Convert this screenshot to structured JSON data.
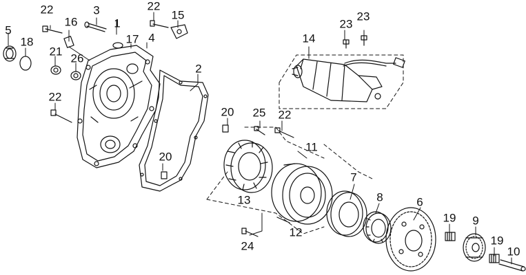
{
  "diagram": {
    "ink_color": "#111111",
    "background": "#ffffff",
    "parts": [
      {
        "id": "p1",
        "label": "1"
      },
      {
        "id": "p2",
        "label": "2"
      },
      {
        "id": "p3",
        "label": "3"
      },
      {
        "id": "p4",
        "label": "4"
      },
      {
        "id": "p5",
        "label": "5"
      },
      {
        "id": "p6",
        "label": "6"
      },
      {
        "id": "p7",
        "label": "7"
      },
      {
        "id": "p8",
        "label": "8"
      },
      {
        "id": "p9",
        "label": "9"
      },
      {
        "id": "p10",
        "label": "10"
      },
      {
        "id": "p11",
        "label": "11"
      },
      {
        "id": "p12",
        "label": "12"
      },
      {
        "id": "p13",
        "label": "13"
      },
      {
        "id": "p14",
        "label": "14"
      },
      {
        "id": "p15",
        "label": "15"
      },
      {
        "id": "p16",
        "label": "16"
      },
      {
        "id": "p17",
        "label": "17"
      },
      {
        "id": "p18",
        "label": "18"
      },
      {
        "id": "p19",
        "label": "19"
      },
      {
        "id": "p20",
        "label": "20"
      },
      {
        "id": "p21",
        "label": "21"
      },
      {
        "id": "p22",
        "label": "22"
      },
      {
        "id": "p23",
        "label": "23"
      },
      {
        "id": "p24",
        "label": "24"
      },
      {
        "id": "p25",
        "label": "25"
      },
      {
        "id": "p26",
        "label": "26"
      }
    ]
  }
}
